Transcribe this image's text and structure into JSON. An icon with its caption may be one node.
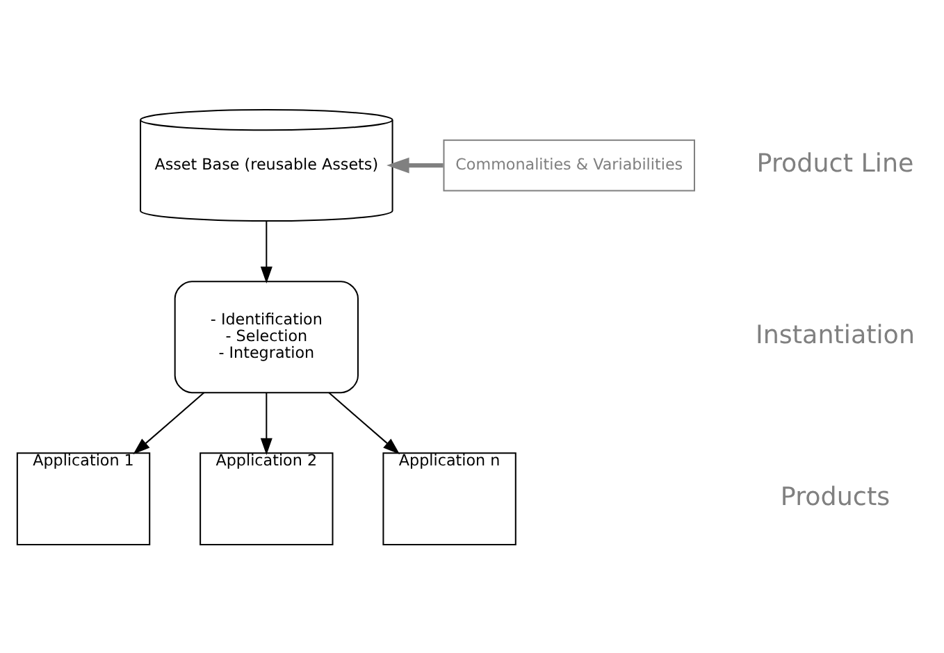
{
  "diagram": {
    "nodes": [
      {
        "text": [
          "Asset Base (reusable Assets)"
        ]
      },
      {
        "text": [
          "Commonalities & Variabilities"
        ]
      },
      {
        "text": [
          "- Identification",
          "- Selection",
          "- Integration"
        ]
      },
      {
        "text": [
          "Application 1"
        ]
      },
      {
        "text": [
          "Application 2"
        ]
      },
      {
        "text": [
          "Application n"
        ]
      }
    ],
    "edges": [
      {
        "from": 1,
        "to": 0,
        "arrow": "to",
        "style": "thick",
        "color": "#808080"
      },
      {
        "from": 0,
        "to": 2,
        "arrow": "to"
      },
      {
        "from": 2,
        "to": 3,
        "arrow": "to"
      },
      {
        "from": 2,
        "to": 4,
        "arrow": "to"
      },
      {
        "from": 2,
        "to": 5,
        "arrow": "to"
      }
    ],
    "labels": [
      "Product Line",
      "Instantiation",
      "Products"
    ]
  }
}
